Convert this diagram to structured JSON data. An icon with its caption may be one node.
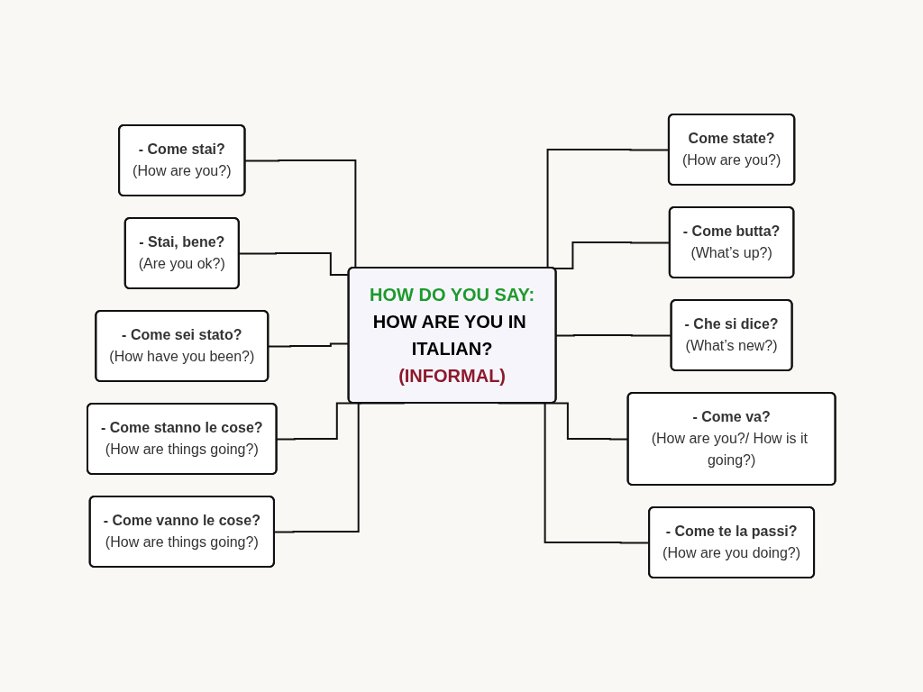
{
  "diagram": {
    "nodes": [
      {
        "text": [
          "HOW DO YOU SAY:",
          "HOW ARE YOU IN ITALIAN?",
          "(INFORMAL)"
        ]
      },
      {
        "text": [
          "- Come stai?",
          "(How are you?)"
        ]
      },
      {
        "text": [
          "- Stai, bene?",
          "(Are you ok?)"
        ]
      },
      {
        "text": [
          "- Come sei stato?",
          "(How have you been?)"
        ]
      },
      {
        "text": [
          "- Come stanno le cose?",
          "(How are things going?)"
        ]
      },
      {
        "text": [
          "- Come vanno le cose?",
          "(How are things going?)"
        ]
      },
      {
        "text": [
          "Come state?",
          "(How are you?)"
        ]
      },
      {
        "text": [
          "- Come butta?",
          "(What’s up?)"
        ]
      },
      {
        "text": [
          "- Che si dice?",
          "(What’s new?)"
        ]
      },
      {
        "text": [
          "- Come va?",
          "(How are you?/ How is it going?)"
        ]
      },
      {
        "text": [
          "- Come te la passi?",
          "(How are you doing?)"
        ]
      }
    ],
    "edges": [
      {
        "from": 1,
        "to": 0,
        "arrow": "none"
      },
      {
        "from": 2,
        "to": 0,
        "arrow": "none"
      },
      {
        "from": 3,
        "to": 0,
        "arrow": "none"
      },
      {
        "from": 4,
        "to": 0,
        "arrow": "none"
      },
      {
        "from": 5,
        "to": 0,
        "arrow": "none"
      },
      {
        "from": 0,
        "to": 6,
        "arrow": "none"
      },
      {
        "from": 0,
        "to": 7,
        "arrow": "none"
      },
      {
        "from": 0,
        "to": 8,
        "arrow": "none"
      },
      {
        "from": 0,
        "to": 9,
        "arrow": "none"
      },
      {
        "from": 0,
        "to": 10,
        "arrow": "none"
      }
    ]
  }
}
